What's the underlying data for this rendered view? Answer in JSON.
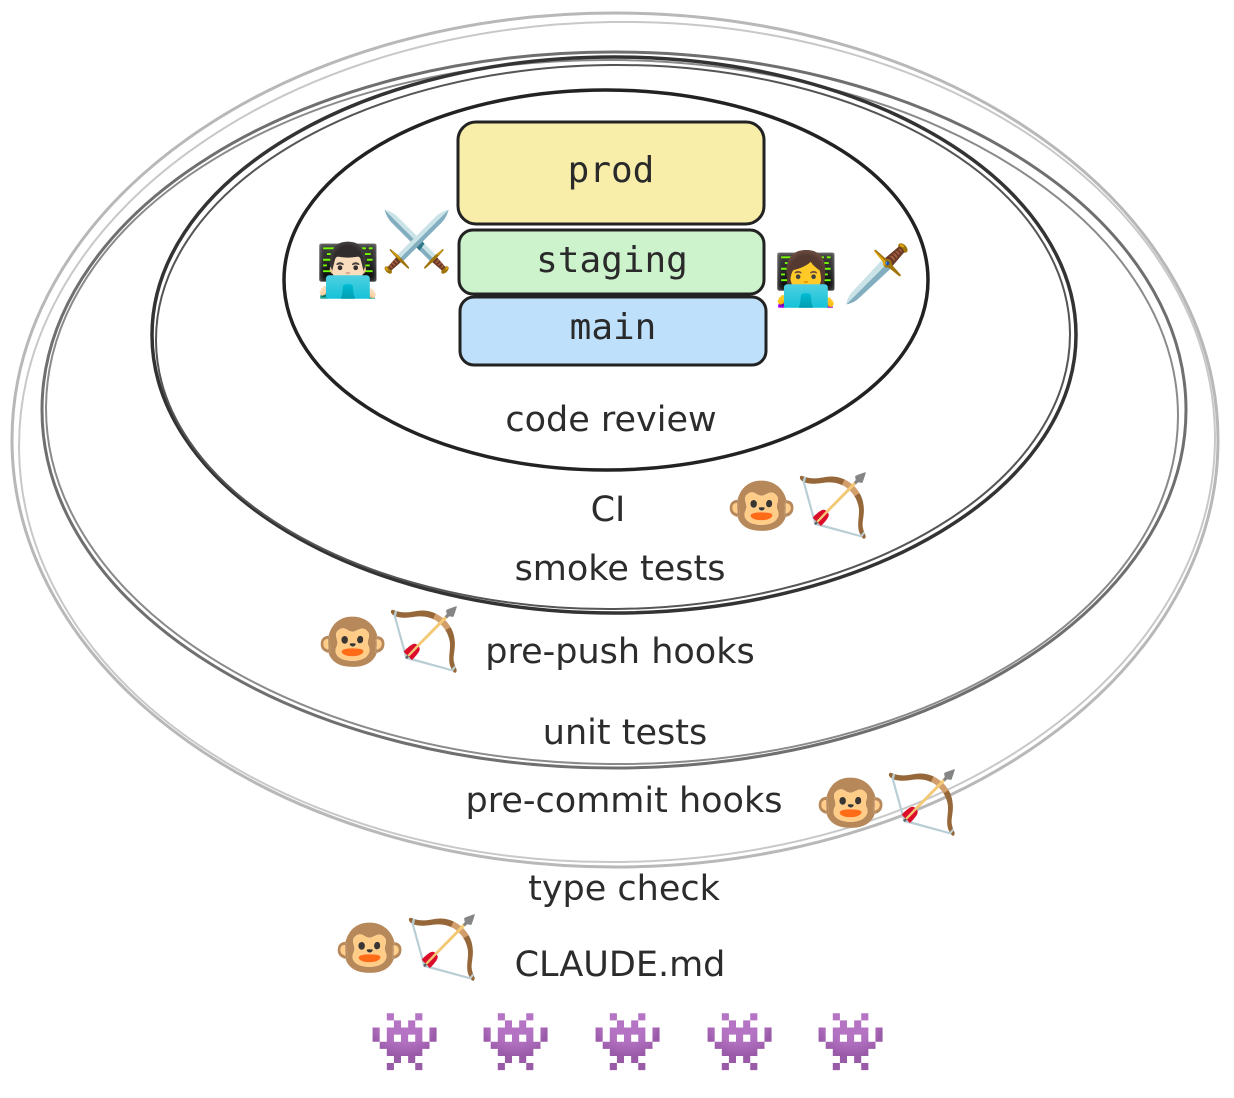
{
  "environments": [
    {
      "id": "prod",
      "label": "prod",
      "color": "#f8eeaa"
    },
    {
      "id": "staging",
      "label": "staging",
      "color": "#cdf3cc"
    },
    {
      "id": "main",
      "label": "main",
      "color": "#bee0fb"
    }
  ],
  "layers": {
    "code_review": "code review",
    "ci": "CI",
    "smoke_tests": "smoke tests",
    "pre_push_hooks": "pre-push hooks",
    "unit_tests": "unit tests",
    "pre_commit_hooks": "pre-commit hooks",
    "type_check": "type check",
    "claude_md": "CLAUDE.md"
  },
  "icons": {
    "man_technologist": "👨🏻‍💻",
    "woman_technologist": "👩‍💻",
    "crossed_swords": "⚔️",
    "dagger": "🗡️",
    "monkey": "🐵",
    "bow_and_arrow": "🏹",
    "invader": "👾"
  },
  "colors": {
    "ring_inner": "#222222",
    "ring_middle": "#3a3a3a",
    "ring_outer": "#7a7a7a",
    "ring_outermost": "#b5b5b5",
    "invader": "#8c6fc7"
  }
}
